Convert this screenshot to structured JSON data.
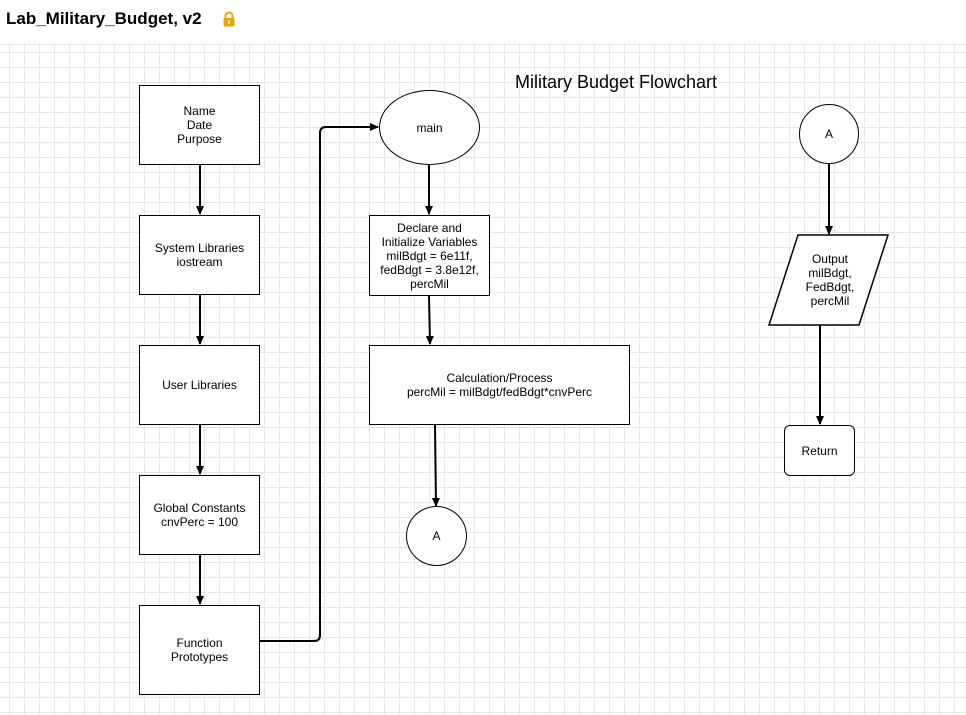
{
  "header": {
    "title": "Lab_Military_Budget, v2",
    "lock_icon": "lock-icon",
    "lock_color": "#e8a317"
  },
  "diagram": {
    "title": "Military Budget Flowchart",
    "nodes": {
      "header_info": "Name\nDate\nPurpose",
      "system_libraries": "System Libraries\niostream",
      "user_libraries": "User Libraries",
      "global_constants": "Global Constants\ncnvPerc = 100",
      "function_prototypes": "Function\nPrototypes",
      "main": "main",
      "declare_vars": "Declare and\nInitialize Variables\nmilBdgt = 6e11f,\nfedBdgt = 3.8e12f,\npercMil",
      "calculation": "Calculation/Process\npercMil = milBdgt/fedBdgt*cnvPerc",
      "connector_out": "A",
      "connector_in": "A",
      "output": "Output\nmilBdgt,\nFedBdgt,\npercMil",
      "return": "Return"
    },
    "colors": {
      "stroke": "#000000",
      "fill": "#ffffff",
      "grid": "#e4e7ee"
    }
  }
}
